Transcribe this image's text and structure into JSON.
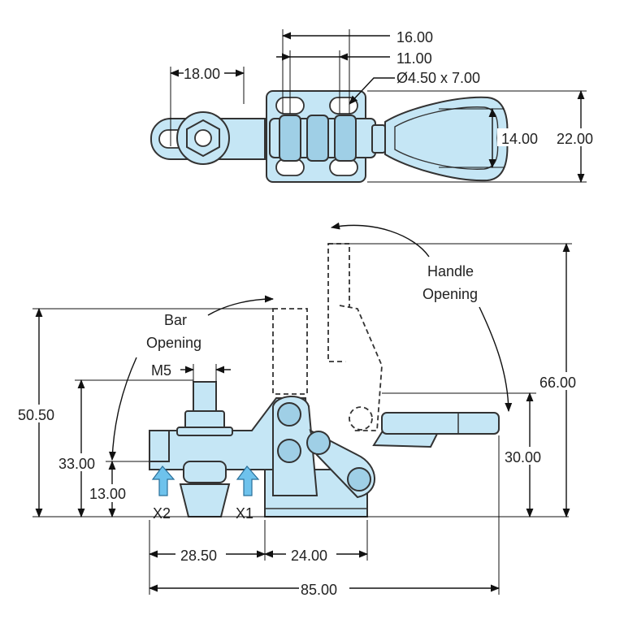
{
  "top_view": {
    "dim_width_bolt_spacing": "16.00",
    "dim_slot_spacing": "11.00",
    "dim_hole": "Ø4.50 x 7.00",
    "dim_spindle_offset": "18.00",
    "dim_handle_width": "14.00",
    "dim_total_width": "22.00"
  },
  "side_view": {
    "handle_opening_line1": "Handle",
    "handle_opening_line2": "Opening",
    "bar_opening_line1": "Bar",
    "bar_opening_line2": "Opening",
    "thread_label": "M5",
    "dim_height_total": "66.00",
    "dim_height_bar": "50.50",
    "dim_spindle_height": "33.00",
    "dim_base_height": "13.00",
    "dim_handle_height": "30.00",
    "dim_spindle_to_base": "28.50",
    "dim_base_length": "24.00",
    "dim_total_length": "85.00",
    "force_label_x2": "X2",
    "force_label_x1": "X1"
  },
  "colors": {
    "part_fill": "#c5e6f5",
    "outline": "#333333",
    "arrow_fill": "#6ec2ec"
  }
}
